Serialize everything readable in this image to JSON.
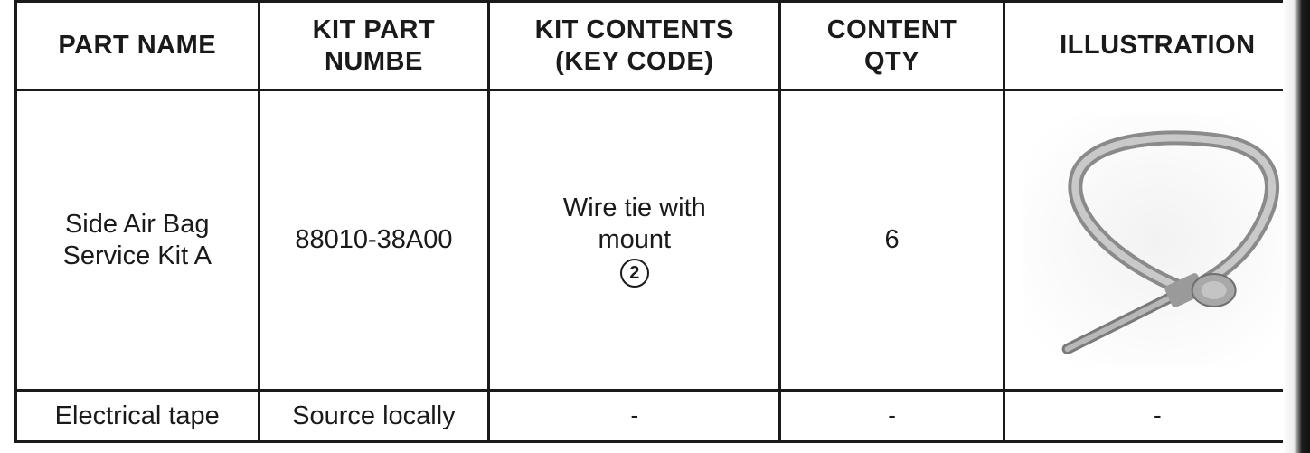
{
  "table": {
    "headers": {
      "part_name": "PART NAME",
      "kit_part_number_l1": "KIT PART",
      "kit_part_number_l2": "NUMBE",
      "kit_contents_l1": "KIT CONTENTS",
      "kit_contents_l2": "(KEY CODE)",
      "content_qty_l1": "CONTENT",
      "content_qty_l2": "QTY",
      "illustration": "ILLUSTRATION"
    },
    "rows": [
      {
        "part_name_l1": "Side Air Bag",
        "part_name_l2": "Service Kit A",
        "kit_part_number": "88010-38A00",
        "contents_l1": "Wire tie with",
        "contents_l2": "mount",
        "key_code": "2",
        "qty": "6",
        "illustration": "wire-tie-with-mount-illustration"
      },
      {
        "part_name": "Electrical tape",
        "kit_part_number": "Source locally",
        "contents": "-",
        "qty": "-",
        "illustration": "-"
      }
    ]
  },
  "colors": {
    "ink": "#1a1a1a",
    "background": "#ffffff"
  }
}
